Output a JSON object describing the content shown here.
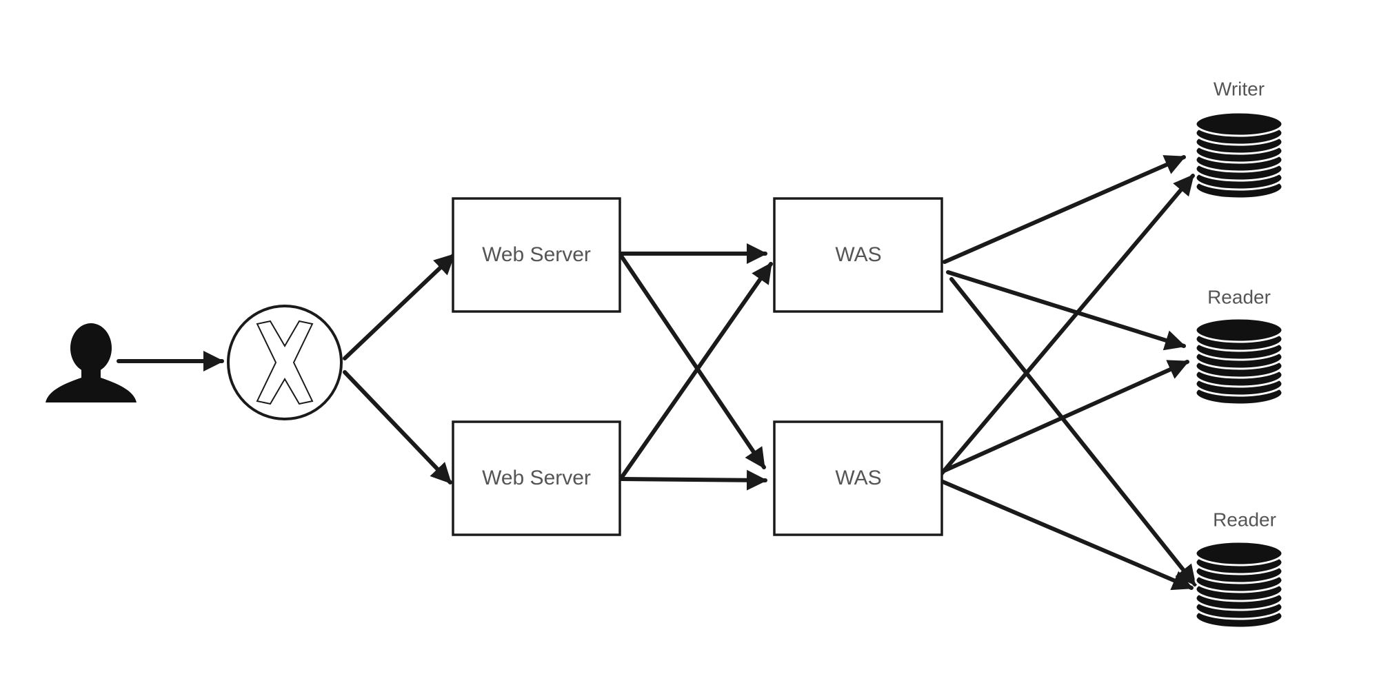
{
  "diagram": {
    "nodes": {
      "user": {
        "icon": "person-icon"
      },
      "load_balancer": {
        "icon": "load-balancer-icon"
      },
      "web_server_1": {
        "label": "Web Server"
      },
      "web_server_2": {
        "label": "Web Server"
      },
      "was_1": {
        "label": "WAS"
      },
      "was_2": {
        "label": "WAS"
      },
      "db_writer": {
        "label": "Writer",
        "icon": "database-icon"
      },
      "db_reader_1": {
        "label": "Reader",
        "icon": "database-icon"
      },
      "db_reader_2": {
        "label": "Reader",
        "icon": "database-icon"
      }
    },
    "edges": [
      {
        "from": "user",
        "to": "load_balancer"
      },
      {
        "from": "load_balancer",
        "to": "web_server_1"
      },
      {
        "from": "load_balancer",
        "to": "web_server_2"
      },
      {
        "from": "web_server_1",
        "to": "was_1"
      },
      {
        "from": "web_server_1",
        "to": "was_2"
      },
      {
        "from": "web_server_2",
        "to": "was_1"
      },
      {
        "from": "web_server_2",
        "to": "was_2"
      },
      {
        "from": "was_1",
        "to": "db_writer"
      },
      {
        "from": "was_1",
        "to": "db_reader_1"
      },
      {
        "from": "was_1",
        "to": "db_reader_2"
      },
      {
        "from": "was_2",
        "to": "db_writer"
      },
      {
        "from": "was_2",
        "to": "db_reader_1"
      },
      {
        "from": "was_2",
        "to": "db_reader_2"
      }
    ],
    "colors": {
      "stroke": "#1a1a1a",
      "label_text": "#555555",
      "background": "#ffffff"
    }
  }
}
